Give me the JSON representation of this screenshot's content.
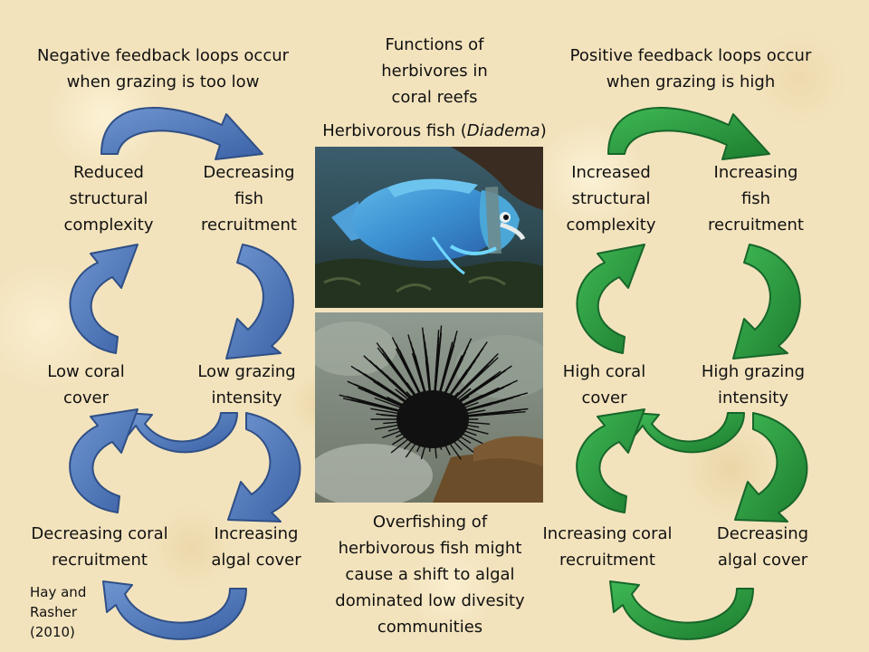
{
  "title": "Functions of\nherbivores in\ncoral reefs",
  "left": {
    "heading": "Negative feedback loops occur\nwhen grazing is too low",
    "color": "#4a73b5",
    "nodes": {
      "reduced_complexity": "Reduced\nstructural\ncomplexity",
      "decreasing_fish": "Decreasing\nfish\nrecruitment",
      "low_coral": "Low coral\ncover",
      "low_grazing": "Low grazing\nintensity",
      "decreasing_coral_recruitment": "Decreasing coral\nrecruitment",
      "increasing_algal": "Increasing\nalgal cover"
    }
  },
  "right": {
    "heading": "Positive feedback loops occur\nwhen grazing is high",
    "color": "#2a9a3e",
    "nodes": {
      "increased_complexity": "Increased\nstructural\ncomplexity",
      "increasing_fish": "Increasing\nfish\nrecruitment",
      "high_coral": "High coral\ncover",
      "high_grazing": "High grazing\nintensity",
      "increasing_coral_recruitment": "Increasing coral\nrecruitment",
      "decreasing_algal": "Decreasing\nalgal cover"
    }
  },
  "photo_caption_prefix": "Herbivorous fish (",
  "photo_caption_italic": "Diadema",
  "photo_caption_suffix": ")",
  "bottom_note": "Overfishing of\nherbivorous fish might\ncause a shift to algal\ndominated low divesity\ncommunities",
  "citation": "Hay and\nRasher\n(2010)"
}
